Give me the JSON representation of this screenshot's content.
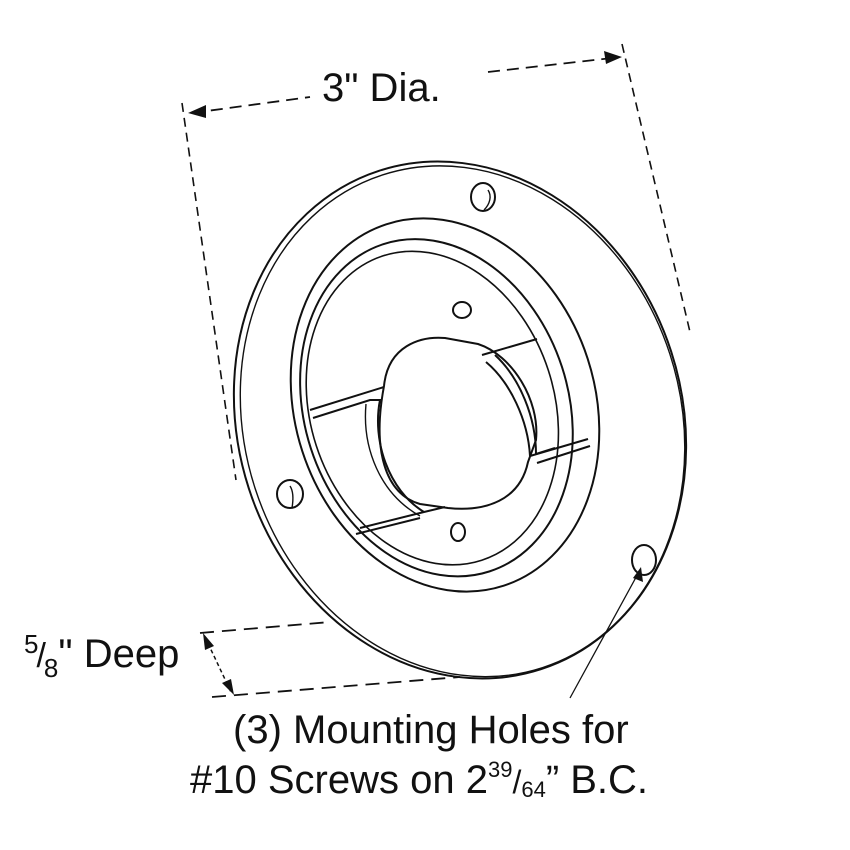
{
  "diagram": {
    "subject": "Flange mounting grommet / cup (isometric line drawing)",
    "stroke_color": "#111111",
    "background": "#ffffff"
  },
  "labels": {
    "diameter": "3\" Dia.",
    "depth_num": "5",
    "depth_den": "8",
    "depth_slash": "/",
    "depth_suffix": "\" Deep",
    "note_line1": "(3) Mounting Holes for",
    "note_line2_prefix": "#10 Screws on 2",
    "note_line2_sup": "39",
    "note_line2_slash": "/",
    "note_line2_sub": "64",
    "note_line2_suffix": "” B.C."
  },
  "dimensions": {
    "diameter_in": "3",
    "depth_in": "5/8",
    "mounting_holes": 3,
    "screw_size": "#10",
    "bolt_circle_in": "2 39/64"
  }
}
